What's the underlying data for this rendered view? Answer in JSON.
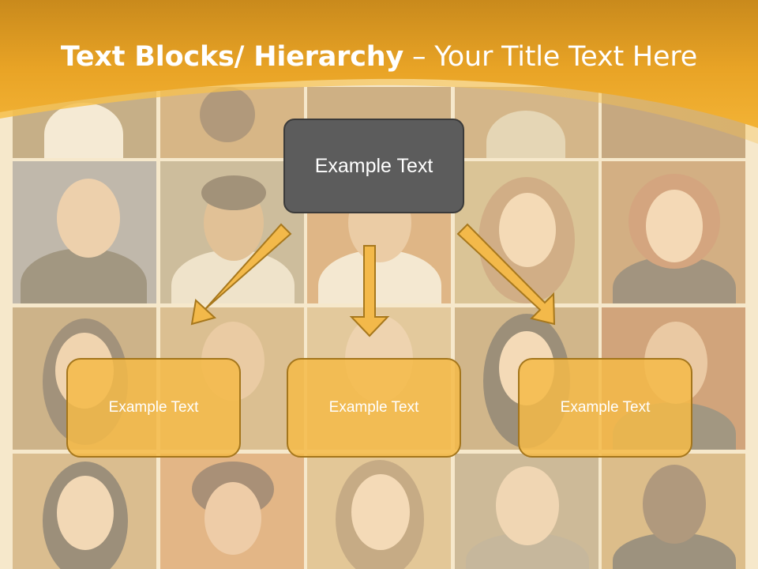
{
  "slide": {
    "title_bold": "Text Blocks/ Hierarchy",
    "title_rest": " – Your Title Text Here"
  },
  "hierarchy": {
    "top": {
      "label": "Example Text"
    },
    "children": [
      {
        "label": "Example Text"
      },
      {
        "label": "Example Text"
      },
      {
        "label": "Example Text"
      }
    ]
  },
  "colors": {
    "banner": "#e9a426",
    "top_box": "#5c5c5c",
    "child_box": "#f5ba48",
    "arrow": "#f3b94a"
  }
}
